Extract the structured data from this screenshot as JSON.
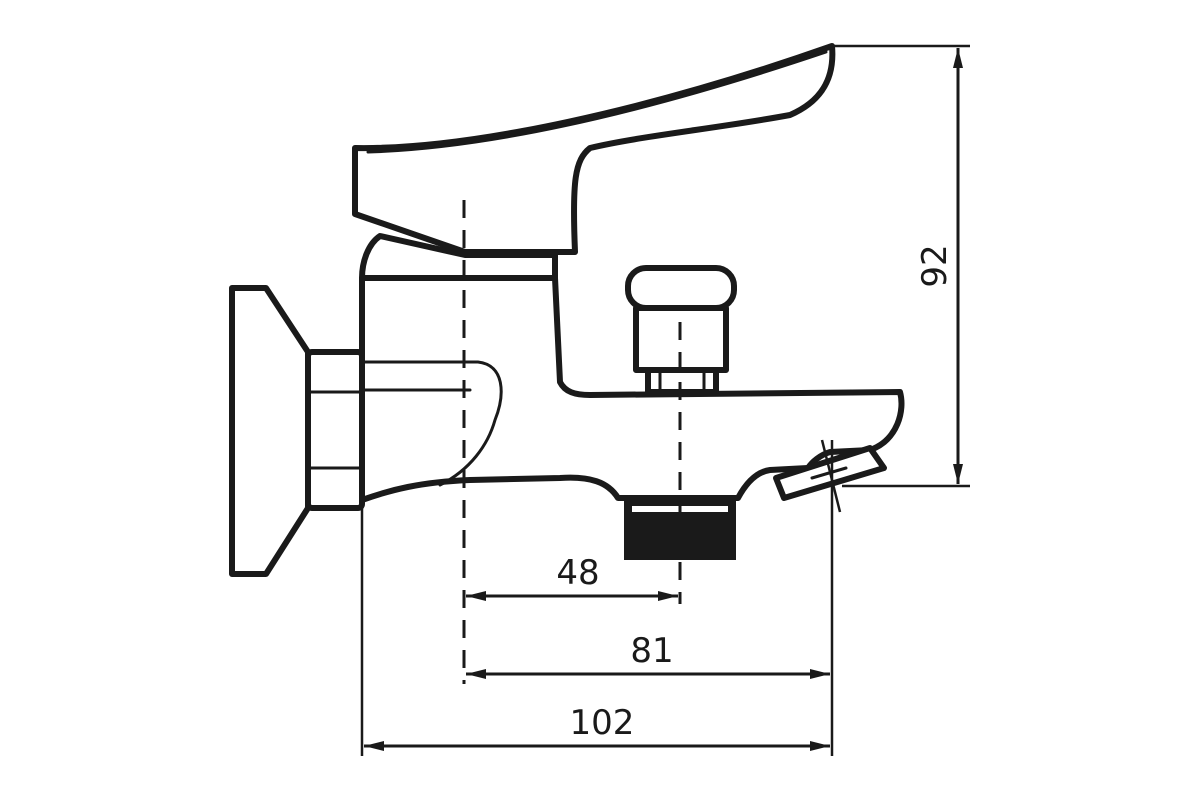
{
  "dimensions": {
    "width_48": "48",
    "width_81": "81",
    "width_102": "102",
    "height_92": "92"
  },
  "colors": {
    "line": "#1a1a1a",
    "background": "#ffffff"
  }
}
